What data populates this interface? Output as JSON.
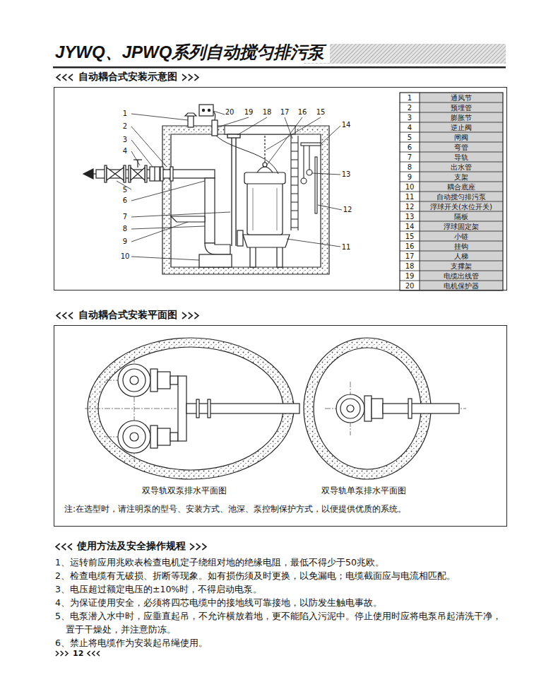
{
  "diagram": {
    "title": "JYWQ、JPWQ系列自动搅匀排污泵",
    "nodes": [
      {
        "text": [
          "自动耦合式安装示意图"
        ]
      },
      {
        "text": [
          "自动耦合式安装平面图",
          "注:在选型时，请注明泵的型号、安装方式、池深、泵控制保护方式，以便提供优质的系统。"
        ]
      }
    ],
    "labels": [
      "1",
      "2",
      "3",
      "4",
      "5",
      "6",
      "7",
      "8",
      "9",
      "10",
      "11",
      "12",
      "13",
      "14",
      "15",
      "16",
      "17",
      "18",
      "19",
      "20",
      "1",
      "通风节",
      "2",
      "预埋管",
      "3",
      "膨胀节",
      "4",
      "逆止阀",
      "5",
      "闸阀",
      "6",
      "弯管",
      "7",
      "导轨",
      "8",
      "出水管",
      "9",
      "支架",
      "10",
      "耦合底座",
      "11",
      "自动搅匀排污泵",
      "12",
      "浮球开关(水位开关)",
      "13",
      "隔板",
      "14",
      "浮球固定架",
      "15",
      "小链",
      "16",
      "挂钩",
      "17",
      "人梯",
      "18",
      "支撑架",
      "19",
      "电缆出线管",
      "20",
      "电机保护器",
      "双导轨双泵排水平面图",
      "双导轨单泵排水平面图",
      "使用方法及安全操作规程",
      "1、运转前应用兆欧表检查电机定子绕组对地的绝缘电阻，最低不得少于50兆欧。",
      "2、检查电缆有无破损、折断等现象。如有损伤须及时更换，以免漏电；电缆截面应与电流相匹配。",
      "3、电压超过额定电压的±10%时，不得启动电泵。",
      "4、为保证使用安全，必须将四芯电缆中的接地线可靠接地，以防发生触电事故。",
      "5、电泵潜入水中时，应垂直起吊，不允许横放着地，更不能陷入污泥中。停止使用时应将电泵吊起清洗干净，置于干燥处，并注意防冻。",
      "6、禁止将电缆作为安装起吊绳使用。",
      "12"
    ]
  }
}
